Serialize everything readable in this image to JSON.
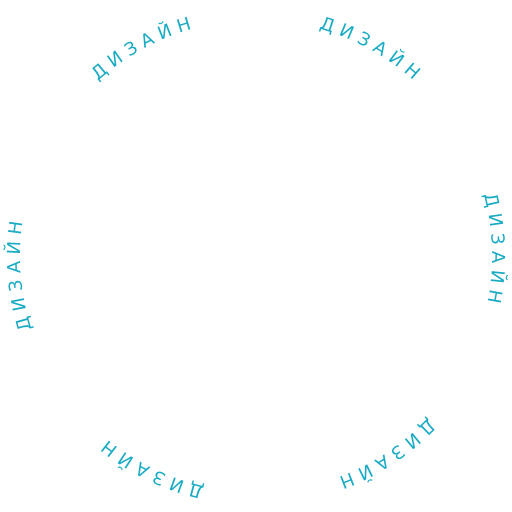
{
  "accent_color": "#1aabc4",
  "background_color": "#ffffff",
  "labels": [
    "ДИЗАЙН",
    "ДИЗАЙН",
    "ДИЗАЙН",
    "ДИЗАЙН",
    "ДИЗАЙН",
    "ДИЗАЙН"
  ]
}
